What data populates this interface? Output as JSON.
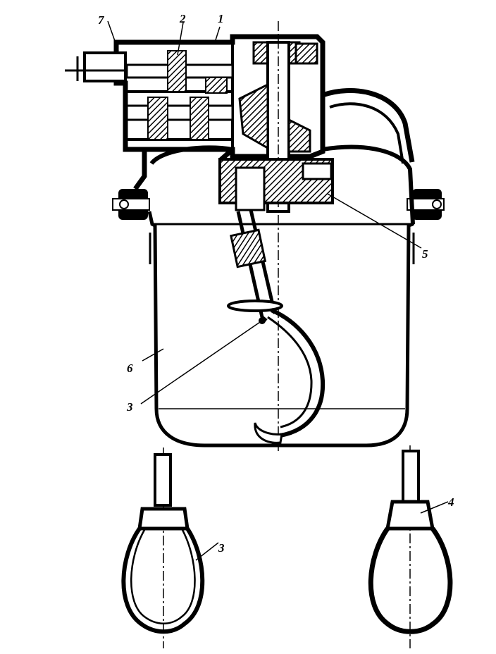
{
  "figure": {
    "callouts": {
      "c1": "1",
      "c2": "2",
      "c3_top": "3",
      "c3_bottom": "3",
      "c4": "4",
      "c5": "5",
      "c6": "6",
      "c7": "7"
    },
    "colors": {
      "ink": "#000000",
      "paper": "#ffffff"
    }
  }
}
